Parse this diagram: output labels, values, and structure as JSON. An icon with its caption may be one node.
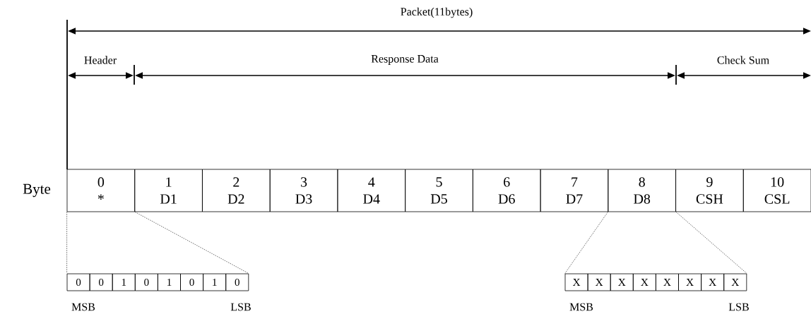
{
  "diagram": {
    "nodes": [
      {
        "text": [
          "0",
          "*"
        ]
      },
      {
        "text": [
          "1",
          "D1"
        ]
      },
      {
        "text": [
          "2",
          "D2"
        ]
      },
      {
        "text": [
          "3",
          "D3"
        ]
      },
      {
        "text": [
          "4",
          "D4"
        ]
      },
      {
        "text": [
          "5",
          "D5"
        ]
      },
      {
        "text": [
          "6",
          "D6"
        ]
      },
      {
        "text": [
          "7",
          "D7"
        ]
      },
      {
        "text": [
          "8",
          "D8"
        ]
      },
      {
        "text": [
          "9",
          "CSH"
        ]
      },
      {
        "text": [
          "10",
          "CSL"
        ]
      },
      {
        "text": [
          "0"
        ]
      },
      {
        "text": [
          "0"
        ]
      },
      {
        "text": [
          "1"
        ]
      },
      {
        "text": [
          "0"
        ]
      },
      {
        "text": [
          "1"
        ]
      },
      {
        "text": [
          "0"
        ]
      },
      {
        "text": [
          "1"
        ]
      },
      {
        "text": [
          "0"
        ]
      },
      {
        "text": [
          "X"
        ]
      },
      {
        "text": [
          "X"
        ]
      },
      {
        "text": [
          "X"
        ]
      },
      {
        "text": [
          "X"
        ]
      },
      {
        "text": [
          "X"
        ]
      },
      {
        "text": [
          "X"
        ]
      },
      {
        "text": [
          "X"
        ]
      },
      {
        "text": [
          "X"
        ]
      }
    ],
    "edges": [
      {
        "from": 0,
        "to": 11,
        "arrow": "none",
        "style": "dashed"
      },
      {
        "from": 0,
        "to": 18,
        "arrow": "none",
        "style": "dashed"
      },
      {
        "from": 8,
        "to": 19,
        "arrow": "none",
        "style": "dashed"
      },
      {
        "from": 8,
        "to": 26,
        "arrow": "none",
        "style": "dashed"
      }
    ],
    "labels": [
      "Packet(11bytes)",
      "Header",
      "Response Data",
      "Check Sum",
      "Byte",
      "MSB",
      "LSB",
      "MSB",
      "LSB"
    ]
  }
}
